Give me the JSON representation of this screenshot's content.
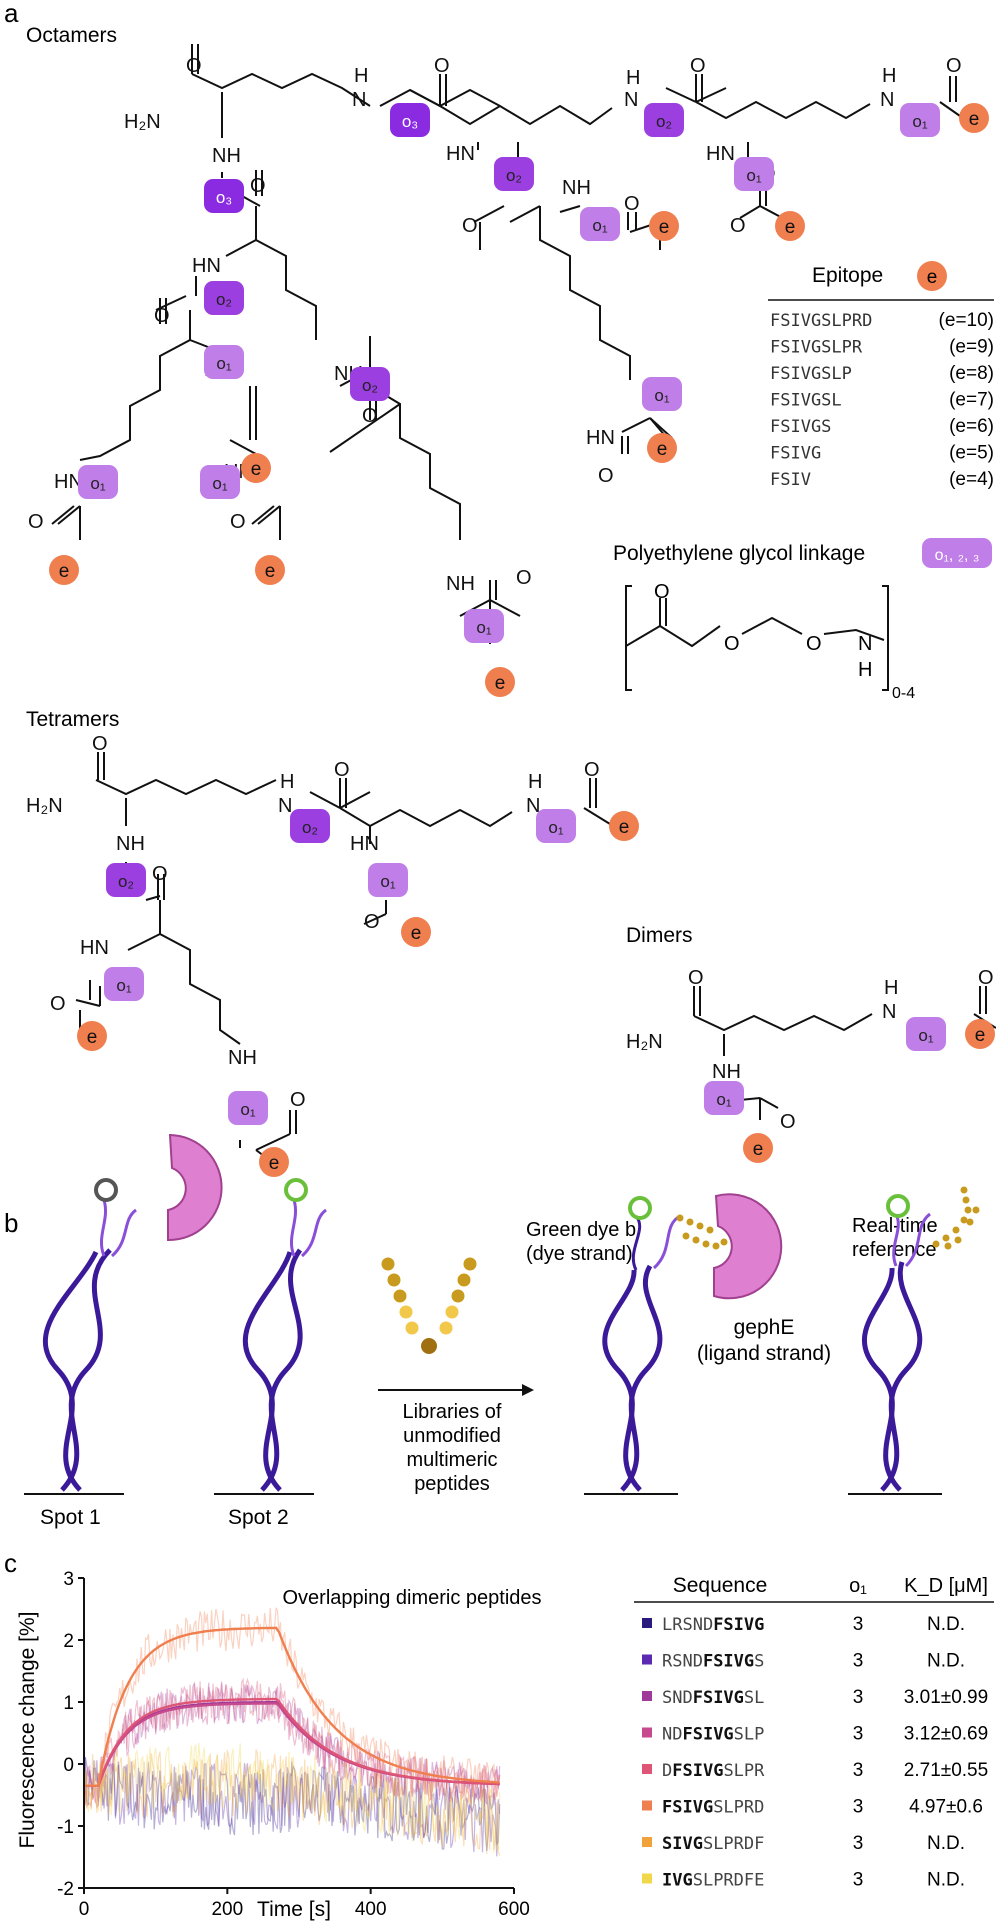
{
  "panel_labels": {
    "a": "a",
    "b": "b",
    "c": "c"
  },
  "headings": {
    "octamers": "Octamers",
    "tetramers": "Tetramers",
    "dimers": "Dimers"
  },
  "chem": {
    "h2n": "H₂N",
    "o": "O",
    "nh": "NH",
    "hn": "HN",
    "h": "H",
    "n": "N",
    "o1": "o₁",
    "o2": "o₂",
    "o3": "o₃",
    "e": "e"
  },
  "epitope_legend": {
    "title": "Epitope",
    "badge": "e",
    "rows": [
      {
        "seq": "FSIVGSLPRD",
        "n": "(e=10)"
      },
      {
        "seq": "FSIVGSLPR",
        "n": "(e=9)"
      },
      {
        "seq": "FSIVGSLP",
        "n": "(e=8)"
      },
      {
        "seq": "FSIVGSL",
        "n": "(e=7)"
      },
      {
        "seq": "FSIVGS",
        "n": "(e=6)"
      },
      {
        "seq": "FSIVG",
        "n": "(e=5)"
      },
      {
        "seq": "FSIV",
        "n": "(e=4)"
      }
    ]
  },
  "peg": {
    "title": "Polyethylene glycol linkage",
    "badge": "o₁, ₂, ₃",
    "repeat": "0-4"
  },
  "panel_b": {
    "spot1": "Spot 1",
    "spot2": "Spot 2",
    "library": [
      "Libraries of",
      "unmodified",
      "multimeric",
      "peptides"
    ],
    "dye": [
      "Green dye b",
      "(dye strand)"
    ],
    "gephe": [
      "gephE",
      "(ligand strand)"
    ],
    "reference": [
      "Real-time",
      "reference"
    ]
  },
  "colors": {
    "o1": "#c07ee8",
    "o2": "#9b3fe0",
    "o3": "#8a2be2",
    "epitope": "#f07f50",
    "gephe": "#de7fcf",
    "dna": "#3b1a99",
    "peptide_gold": "#c89a1e",
    "dye_green": "#6abf3b"
  },
  "chart_data": {
    "type": "line",
    "title": "Overlapping dimeric peptides",
    "xlabel": "Time [s]",
    "ylabel": "Fluorescence change [%]",
    "xlim": [
      0,
      600
    ],
    "ylim": [
      -2,
      3
    ],
    "xticks": [
      0,
      200,
      400,
      600
    ],
    "yticks": [
      -2,
      -1,
      0,
      1,
      2,
      3
    ],
    "association_start_s": 20,
    "dissociation_start_s": 270,
    "end_s": 580,
    "series": [
      {
        "name": "LRSNDFSIVG",
        "color": "#2b1a7e",
        "plateau": -0.6,
        "fit": false
      },
      {
        "name": "RSNDFSIVGS",
        "color": "#5b2ab0",
        "plateau": -0.5,
        "fit": false
      },
      {
        "name": "SNDFSIVGSL",
        "color": "#a03a9a",
        "plateau": 1.0,
        "fit": true
      },
      {
        "name": "NDFSIVGSLP",
        "color": "#c64a8d",
        "plateau": 0.98,
        "fit": true
      },
      {
        "name": "DFSIVGSLPR",
        "color": "#de5575",
        "plateau": 1.05,
        "fit": true
      },
      {
        "name": "FSIVGSLPRD",
        "color": "#f07f50",
        "plateau": 2.2,
        "fit": true
      },
      {
        "name": "SIVGSLPRDF",
        "color": "#f2a23a",
        "plateau": -0.3,
        "fit": false
      },
      {
        "name": "IVGSLPRDFE",
        "color": "#f1d84a",
        "plateau": -0.2,
        "fit": false
      }
    ]
  },
  "kd_table": {
    "headers": [
      "Sequence",
      "o₁",
      "K_D [μM]"
    ],
    "rows": [
      {
        "color": "#2b1a7e",
        "pre": "LRSND",
        "bold": "FSIVG",
        "post": "",
        "o1": "3",
        "kd": "N.D."
      },
      {
        "color": "#5b2ab0",
        "pre": "RSND",
        "bold": "FSIVG",
        "post": "S",
        "o1": "3",
        "kd": "N.D."
      },
      {
        "color": "#a03a9a",
        "pre": "SND",
        "bold": "FSIVG",
        "post": "SL",
        "o1": "3",
        "kd": "3.01±0.99"
      },
      {
        "color": "#c64a8d",
        "pre": "ND",
        "bold": "FSIVG",
        "post": "SLP",
        "o1": "3",
        "kd": "3.12±0.69"
      },
      {
        "color": "#de5575",
        "pre": "D",
        "bold": "FSIVG",
        "post": "SLPR",
        "o1": "3",
        "kd": "2.71±0.55"
      },
      {
        "color": "#f07f50",
        "pre": "",
        "bold": "FSIVG",
        "post": "SLPRD",
        "o1": "3",
        "kd": "4.97±0.6"
      },
      {
        "color": "#f2a23a",
        "pre": "",
        "bold": "SIVG",
        "post": "SLPRDF",
        "o1": "3",
        "kd": "N.D."
      },
      {
        "color": "#f1d84a",
        "pre": "",
        "bold": "IVG",
        "post": "SLPRDFE",
        "o1": "3",
        "kd": "N.D."
      }
    ]
  }
}
